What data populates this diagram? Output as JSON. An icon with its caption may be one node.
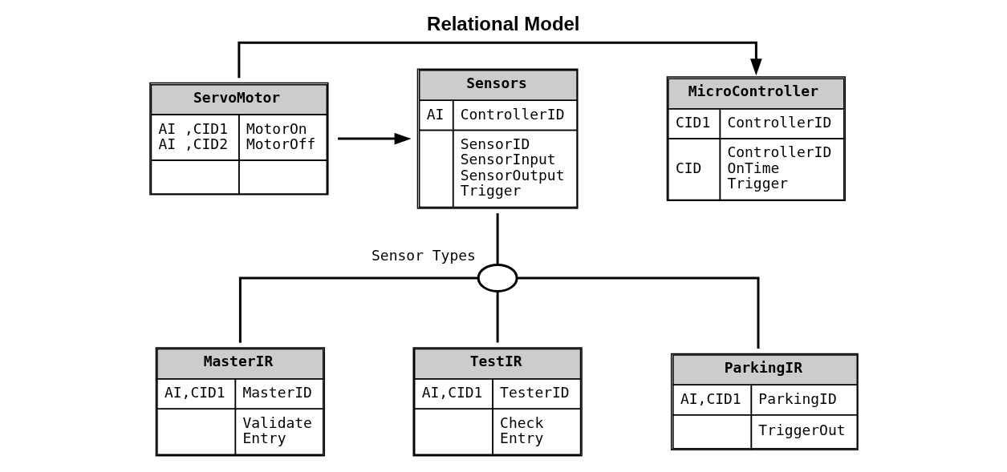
{
  "diagram": {
    "title": "Relational Model",
    "nodes": [
      {
        "text": [
          "MicroController",
          "CID1",
          "ControllerID",
          "CID",
          "ControllerID OnTime Trigger"
        ]
      },
      {
        "text": [
          "ServoMotor",
          "AI ,CID1 AI ,CID2",
          "MotorOn MotorOff"
        ]
      },
      {
        "text": [
          "Sensors",
          "AI",
          "ControllerID",
          "SensorID SensorInput SensorOutput Trigger"
        ]
      },
      {
        "text": [],
        "shape": "circle",
        "beside": [
          "Sensor Types"
        ]
      },
      {
        "text": [
          "MasterIR",
          "AI,CID1",
          "MasterID",
          "Validate Entry"
        ]
      },
      {
        "text": [
          "TestIR",
          "AI,CID1",
          "TesterID",
          "Check Entry"
        ]
      },
      {
        "text": [
          "ParkingIR",
          "AI,CID1",
          "ParkingID",
          "TriggerOut"
        ]
      }
    ],
    "edges": [
      {
        "from": 1,
        "to": 0,
        "arrow": "to"
      },
      {
        "from": 1,
        "to": 2,
        "arrow": "to"
      },
      {
        "from": 2,
        "to": 3,
        "arrow": "none"
      },
      {
        "from": 3,
        "to": 4,
        "arrow": "none"
      },
      {
        "from": 3,
        "to": 5,
        "arrow": "none"
      },
      {
        "from": 3,
        "to": 6,
        "arrow": "none"
      }
    ]
  }
}
